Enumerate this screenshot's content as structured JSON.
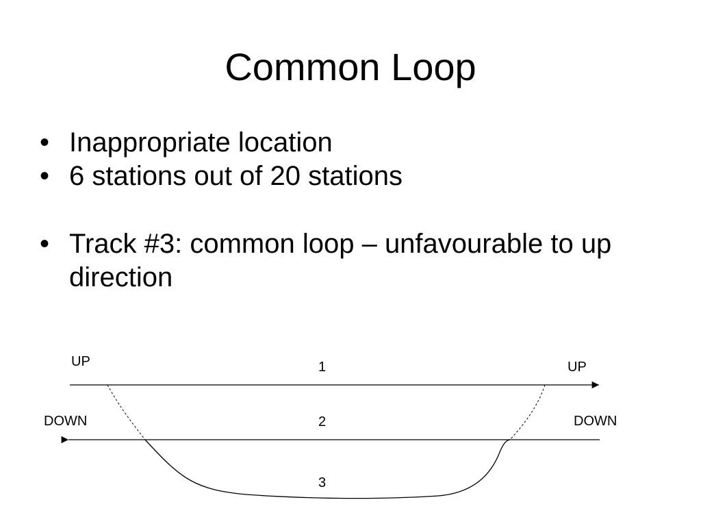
{
  "slide": {
    "title": "Common Loop",
    "bullets": [
      {
        "mark": "•",
        "text": "Inappropriate location"
      },
      {
        "mark": "•",
        "text": "6 stations out of 20 stations"
      },
      {
        "mark": "•",
        "text": "Track #3: common loop – unfavourable to up direction"
      }
    ]
  },
  "diagram": {
    "labels": {
      "up_left": "UP",
      "up_right": "UP",
      "down_left": "DOWN",
      "down_right": "DOWN",
      "track_1": "1",
      "track_2": "2",
      "track_3": "3"
    }
  }
}
